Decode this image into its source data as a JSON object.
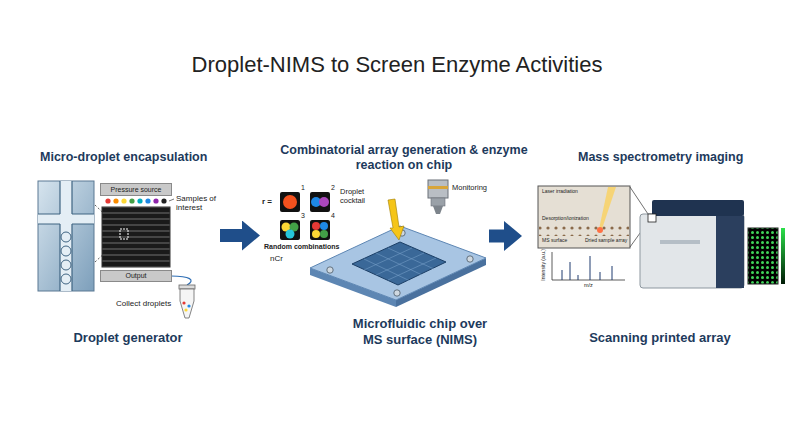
{
  "diagram": {
    "title": "Droplet-NIMS to Screen Enzyme Activities",
    "nodes": [
      {
        "text": [
          "Micro-droplet encapsulation",
          "Droplet generator"
        ]
      },
      {
        "text": [
          "Pressure source"
        ],
        "in": 0
      },
      {
        "text": [
          "Output"
        ],
        "in": 0
      },
      {
        "text": [
          "Combinatorial array generation & enzyme reaction on chip",
          "Microfluidic chip over MS surface (NIMS)"
        ]
      },
      {
        "text": [
          "Mass spectrometry imaging",
          "Scanning printed array"
        ]
      }
    ],
    "edges": [
      {
        "from": 0,
        "to": 3,
        "arrow": "to"
      },
      {
        "from": 3,
        "to": 4,
        "arrow": "to"
      }
    ],
    "labels": [
      "Samples of interest",
      "Collect droplets",
      "r =",
      "1",
      "2",
      "3",
      "4",
      "Random combinations",
      "nCr",
      "Droplet cocktail",
      "Monitoring",
      "Laser irradiation",
      "Desorption/ionization",
      "MS surface",
      "Dried sample array",
      "Intensity (a.u.)",
      "m/z"
    ]
  }
}
